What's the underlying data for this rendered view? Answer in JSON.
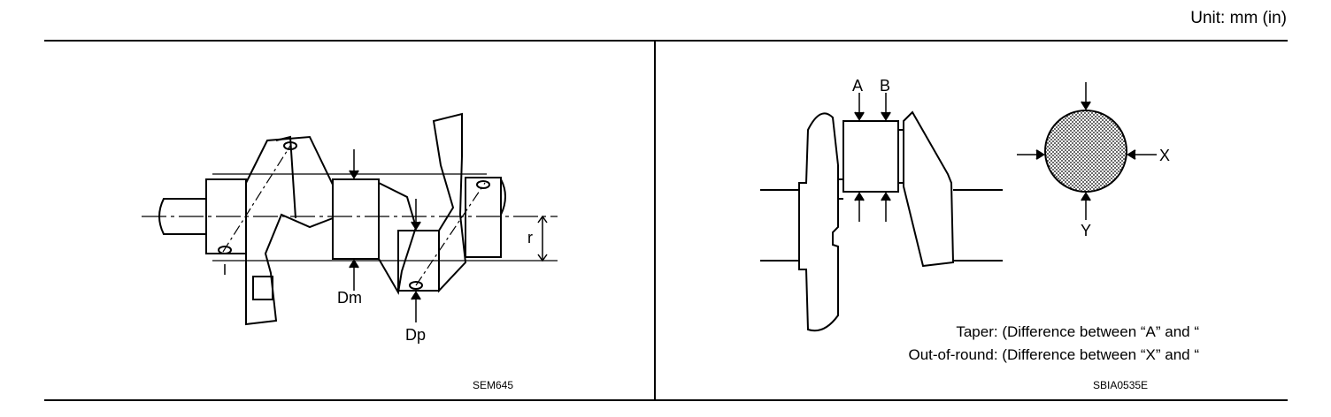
{
  "header": {
    "unit": "Unit: mm (in)"
  },
  "left_figure": {
    "labels": {
      "dm": "Dm",
      "dp": "Dp",
      "r": "r"
    },
    "code": "SEM645"
  },
  "right_figure": {
    "labels": {
      "a": "A",
      "b": "B",
      "x": "X",
      "y": "Y"
    },
    "taper_note": "Taper: (Difference between “A” and “",
    "out_of_round_note": "Out-of-round: (Difference between “X” and “",
    "code": "SBIA0535E"
  }
}
